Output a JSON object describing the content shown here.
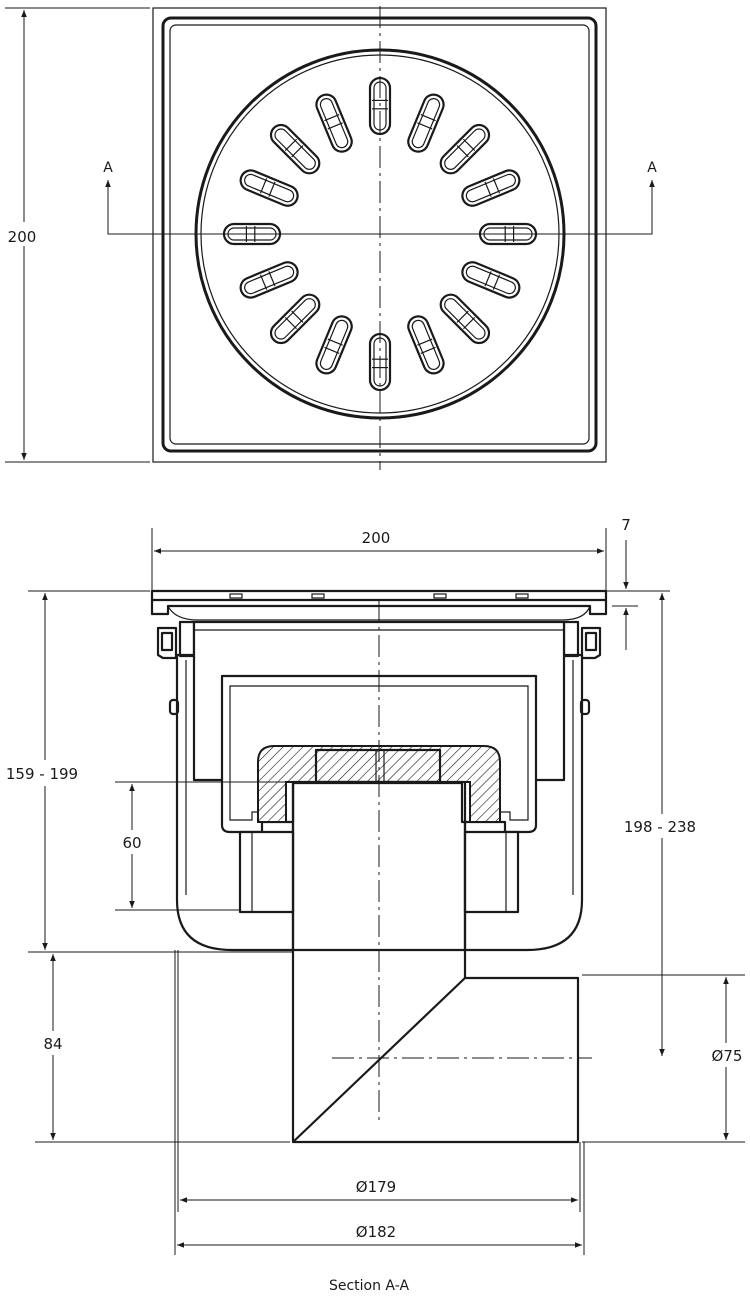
{
  "top_view": {
    "dim_side": "200",
    "section_mark_left": "A",
    "section_mark_right": "A"
  },
  "section_view": {
    "dim_top_width": "200",
    "dim_grate_thickness": "7",
    "dim_height_left": "159 - 199",
    "dim_height_right": "198 - 238",
    "dim_trap_depth": "60",
    "dim_outlet_height": "84",
    "dim_outlet_diameter": "Ø75",
    "dim_inner_diameter": "Ø179",
    "dim_outer_diameter": "Ø182",
    "caption": "Section A-A"
  }
}
